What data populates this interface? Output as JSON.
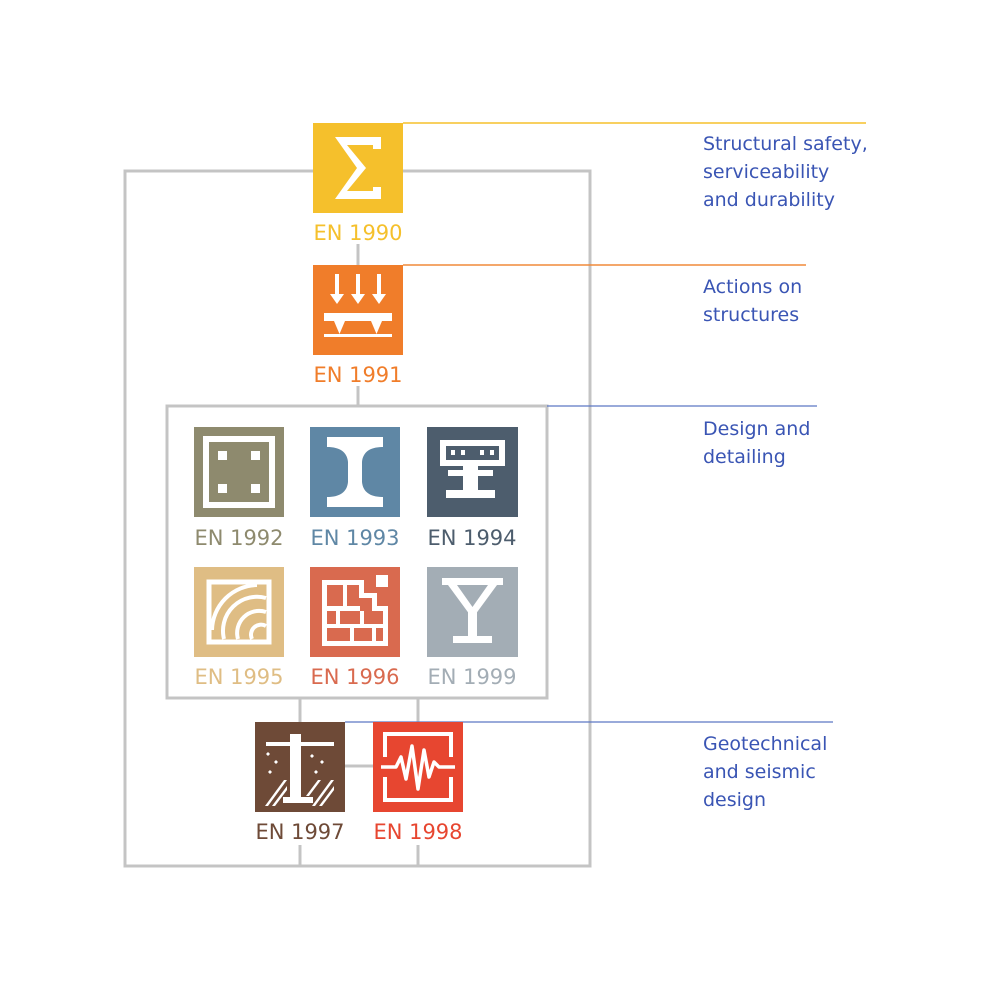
{
  "colors": {
    "en1990": "#f5c02c",
    "en1991": "#f07d2a",
    "en1992": "#8e8a6e",
    "en1993": "#5f87a5",
    "en1994": "#4d5d6d",
    "en1995": "#dfbd84",
    "en1996": "#d96a4f",
    "en1997": "#6e4a37",
    "en1998": "#e74630",
    "en1999": "#a3adb5",
    "frame": "#c4c4c4",
    "label": "#3a55b4",
    "line_yellow": "#f5c02c",
    "line_orange": "#f08a3a",
    "line_blue": "#5c78c4"
  },
  "codes": {
    "en1990": "EN 1990",
    "en1991": "EN 1991",
    "en1992": "EN 1992",
    "en1993": "EN 1993",
    "en1994": "EN 1994",
    "en1995": "EN 1995",
    "en1996": "EN 1996",
    "en1997": "EN 1997",
    "en1998": "EN 1998",
    "en1999": "EN 1999"
  },
  "labels": {
    "safety": [
      "Structural safety,",
      "serviceability",
      "and durability"
    ],
    "actions": [
      "Actions on",
      "structures"
    ],
    "design": [
      "Design and",
      "detailing"
    ],
    "geo": [
      "Geotechnical",
      "and seismic",
      "design"
    ]
  }
}
